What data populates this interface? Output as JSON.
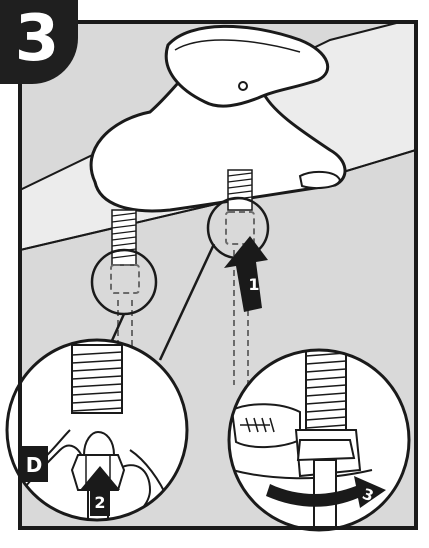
{
  "step_number": "3",
  "callouts": {
    "arrow_1": "1",
    "arrow_2": "2",
    "arrow_3": "3",
    "part_d": "D"
  },
  "colors": {
    "background": "#d9d9d9",
    "outline": "#1a1a1a",
    "badge": "#1f1f1f",
    "detail_fill": "#ffffff"
  }
}
